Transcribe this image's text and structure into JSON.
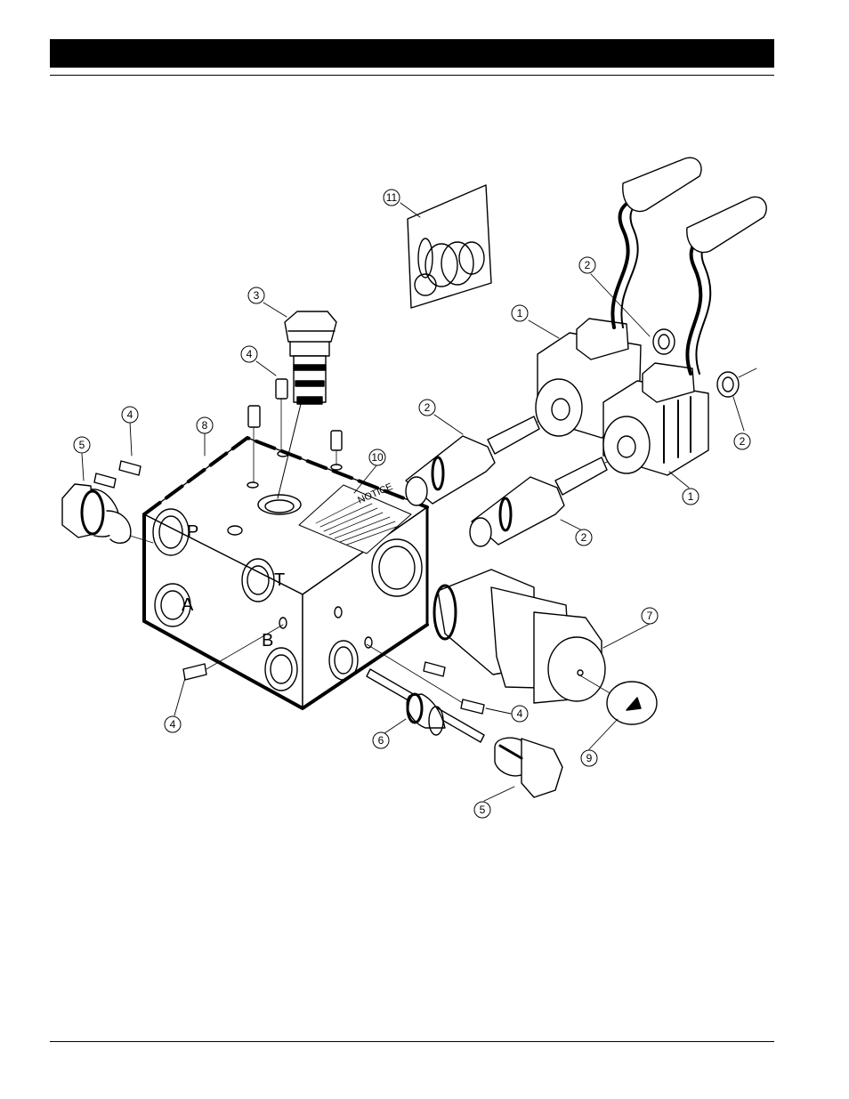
{
  "diagram": {
    "callouts": [
      {
        "id": "c1a",
        "label": "1"
      },
      {
        "id": "c1b",
        "label": "1"
      },
      {
        "id": "c2a",
        "label": "2"
      },
      {
        "id": "c2b",
        "label": "2"
      },
      {
        "id": "c2c",
        "label": "2"
      },
      {
        "id": "c2d",
        "label": "2"
      },
      {
        "id": "c3",
        "label": "3"
      },
      {
        "id": "c4a",
        "label": "4"
      },
      {
        "id": "c4b",
        "label": "4"
      },
      {
        "id": "c4c",
        "label": "4"
      },
      {
        "id": "c4d",
        "label": "4"
      },
      {
        "id": "c5a",
        "label": "5"
      },
      {
        "id": "c5b",
        "label": "5"
      },
      {
        "id": "c6",
        "label": "6"
      },
      {
        "id": "c7",
        "label": "7"
      },
      {
        "id": "c8",
        "label": "8"
      },
      {
        "id": "c9",
        "label": "9"
      },
      {
        "id": "c10",
        "label": "10"
      },
      {
        "id": "c11",
        "label": "11"
      }
    ],
    "port_letters": {
      "p": "P",
      "a": "A",
      "t": "T",
      "b": "B"
    },
    "notice_label": "NOTICE"
  }
}
